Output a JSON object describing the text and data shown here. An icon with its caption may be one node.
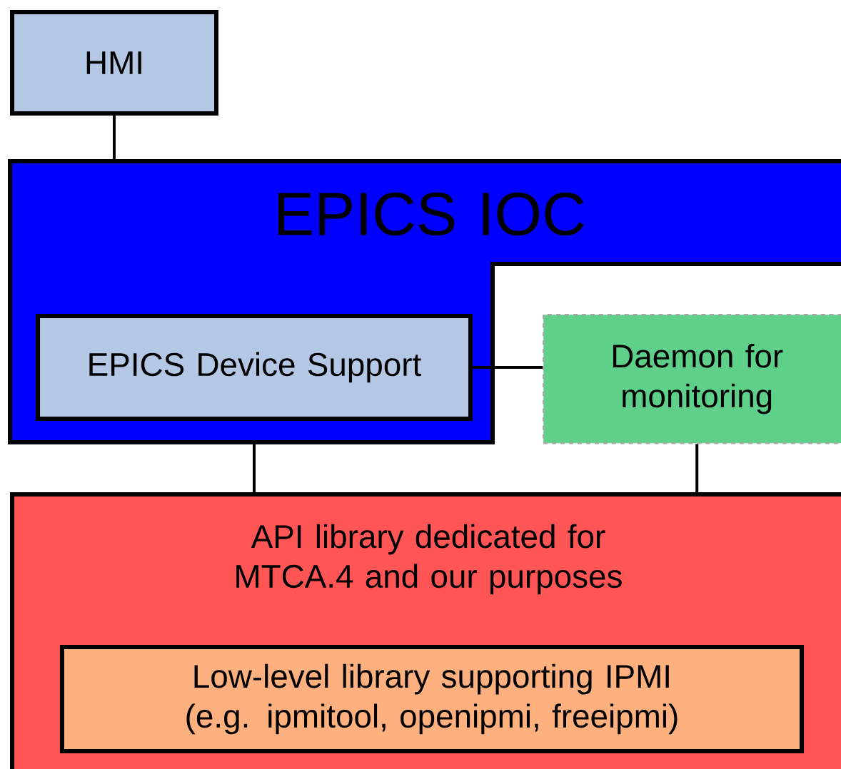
{
  "diagram": {
    "nodes": [
      {
        "text": [
          "HMI"
        ]
      },
      {
        "text": [
          "EPICS IOC"
        ]
      },
      {
        "text": [
          "EPICS Device Support"
        ],
        "in": 1
      },
      {
        "text": [
          "Daemon for monitoring"
        ]
      },
      {
        "text": [
          "API library dedicated for MTCA.4 and our purposes"
        ]
      },
      {
        "text": [
          "Low-level library supporting IPMI (e.g. ipmitool, openipmi, freeipmi)"
        ],
        "in": 4
      }
    ],
    "edges": [
      {
        "from": 0,
        "to": 1,
        "arrow": "none"
      },
      {
        "from": 2,
        "to": 3,
        "arrow": "none"
      },
      {
        "from": 1,
        "to": 4,
        "arrow": "none"
      },
      {
        "from": 3,
        "to": 4,
        "arrow": "none"
      }
    ]
  }
}
